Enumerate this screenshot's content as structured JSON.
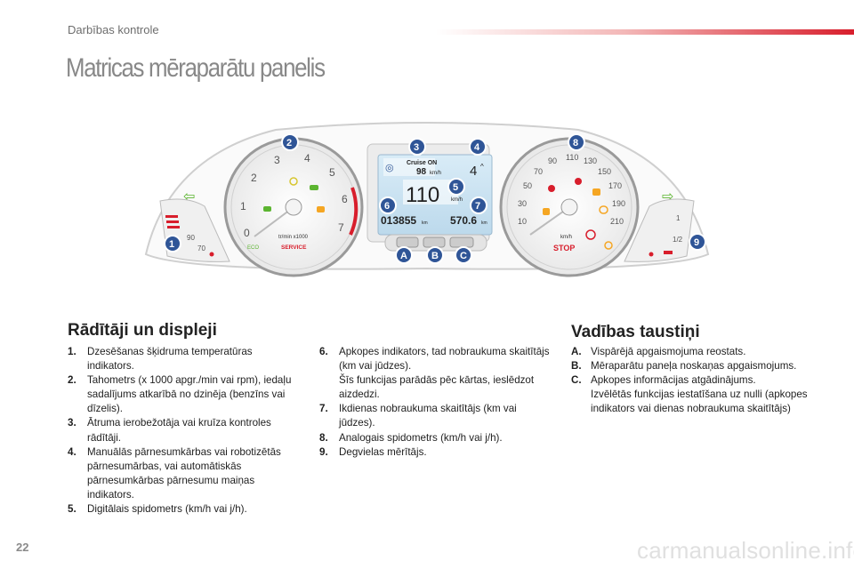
{
  "header": {
    "section": "Darbības kontrole"
  },
  "page_title": "Matricas mēraparātu panelis",
  "cluster": {
    "center_display": {
      "cruise_label": "Cruise  ON",
      "cruise_speed": "98",
      "cruise_unit": "km/h",
      "gear": "4",
      "speed": "110",
      "speed_unit": "km/h",
      "odometer": "013855",
      "odometer_unit": "km",
      "trip": "570.6",
      "trip_unit": "km"
    },
    "tacho": {
      "unit_label": "tr/min x1000",
      "service_label": "SERVICE",
      "eco_label": "ECO",
      "ticks": [
        "0",
        "1",
        "2",
        "3",
        "4",
        "5",
        "6",
        "7"
      ]
    },
    "speedo": {
      "unit_label": "km/h",
      "stop_label": "STOP",
      "ticks": [
        "10",
        "30",
        "50",
        "70",
        "90",
        "110",
        "130",
        "150",
        "170",
        "190",
        "210"
      ]
    },
    "temp_gauge": {
      "ticks": [
        "90",
        "70"
      ]
    },
    "fuel_gauge": {
      "ticks": [
        "1",
        "1/2"
      ]
    },
    "callouts": [
      "1",
      "2",
      "3",
      "4",
      "5",
      "6",
      "7",
      "8",
      "9"
    ],
    "buttons": [
      "A",
      "B",
      "C"
    ]
  },
  "indicators": {
    "title": "Rādītāji un displeji",
    "items": [
      {
        "num": "1.",
        "text": "Dzesēšanas šķidruma temperatūras indikators."
      },
      {
        "num": "2.",
        "text": "Tahometrs (x 1000 apgr./min vai rpm), iedaļu sadalījums atkarībā no dzinēja (benzīns vai dīzelis)."
      },
      {
        "num": "3.",
        "text": "Ātruma ierobežotāja vai kruīza kontroles rādītāji."
      },
      {
        "num": "4.",
        "text": "Manuālās pārnesumkārbas vai robotizētās pārnesumārbas, vai automātiskās pārnesumkārbas pārnesumu maiņas indikators."
      },
      {
        "num": "5.",
        "text": "Digitālais spidometrs (km/h vai j/h)."
      }
    ],
    "items2": [
      {
        "num": "6.",
        "text": "Apkopes indikators, tad nobraukuma skaitītājs (km vai jūdzes).",
        "extra": "Šīs funkcijas parādās pēc kārtas, ieslēdzot aizdedzi."
      },
      {
        "num": "7.",
        "text": "Ikdienas nobraukuma skaitītājs (km vai jūdzes)."
      },
      {
        "num": "8.",
        "text": "Analogais spidometrs (km/h vai j/h)."
      },
      {
        "num": "9.",
        "text": "Degvielas mērītājs."
      }
    ]
  },
  "controls": {
    "title": "Vadības taustiņi",
    "items": [
      {
        "num": "A.",
        "text": "Vispārējā apgaismojuma reostats."
      },
      {
        "num": "B.",
        "text": "Mēraparātu paneļa noskaņas apgaismojums."
      },
      {
        "num": "C.",
        "text": "Apkopes informācijas atgādinājums.",
        "extra": "Izvēlētās funkcijas iestatīšana uz nulli (apkopes indikators vai dienas nobraukuma skaitītājs)"
      }
    ]
  },
  "page_number": "22",
  "watermark": "carmanualsonline.info",
  "colors": {
    "accent_red": "#d81e2c",
    "callout_blue": "#2f5597",
    "title_gray": "#888888"
  }
}
